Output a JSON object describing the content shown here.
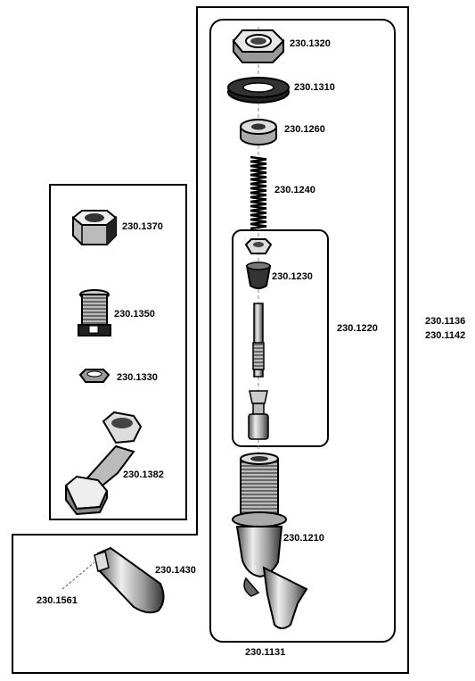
{
  "parts": {
    "p1320": "230.1320",
    "p1310": "230.1310",
    "p1260": "230.1260",
    "p1240": "230.1240",
    "p1230": "230.1230",
    "p1220": "230.1220",
    "p1210": "230.1210",
    "p1131": "230.1131",
    "p1136": "230.1136",
    "p1142": "230.1142",
    "p1370": "230.1370",
    "p1350": "230.1350",
    "p1330": "230.1330",
    "p1382": "230.1382",
    "p1430": "230.1430",
    "p1561": "230.1561"
  }
}
